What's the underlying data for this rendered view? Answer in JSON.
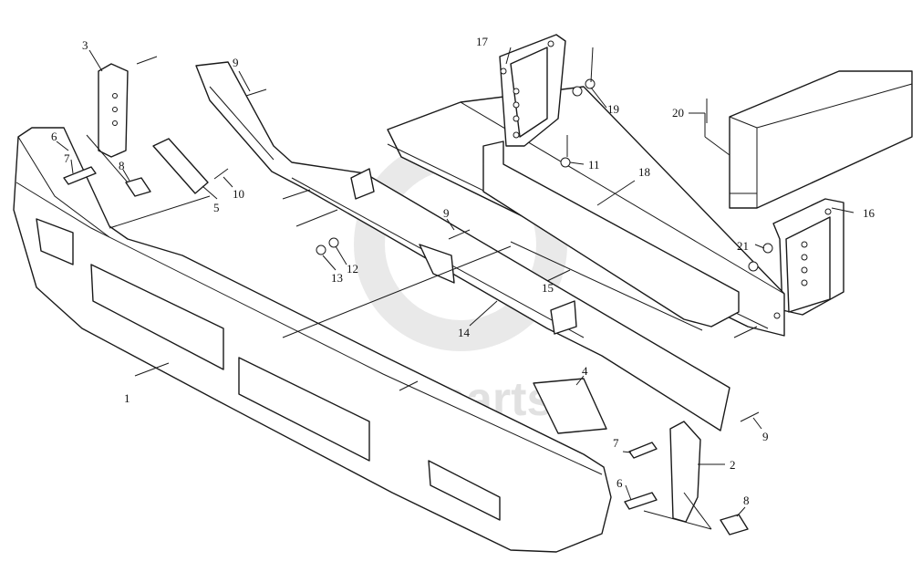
{
  "watermark": {
    "text": "data-parts",
    "color": "#c9c9c9"
  },
  "callouts": {
    "c1": "1",
    "c2": "2",
    "c3": "3",
    "c4": "4",
    "c5": "5",
    "c6a": "6",
    "c6b": "6",
    "c7a": "7",
    "c7b": "7",
    "c8a": "8",
    "c8b": "8",
    "c9a": "9",
    "c9b": "9",
    "c9c": "9",
    "c10": "10",
    "c11": "11",
    "c12": "12",
    "c13": "13",
    "c14": "14",
    "c15": "15",
    "c16": "16",
    "c17": "17",
    "c18": "18",
    "c19": "19",
    "c20": "20",
    "c21": "21"
  }
}
